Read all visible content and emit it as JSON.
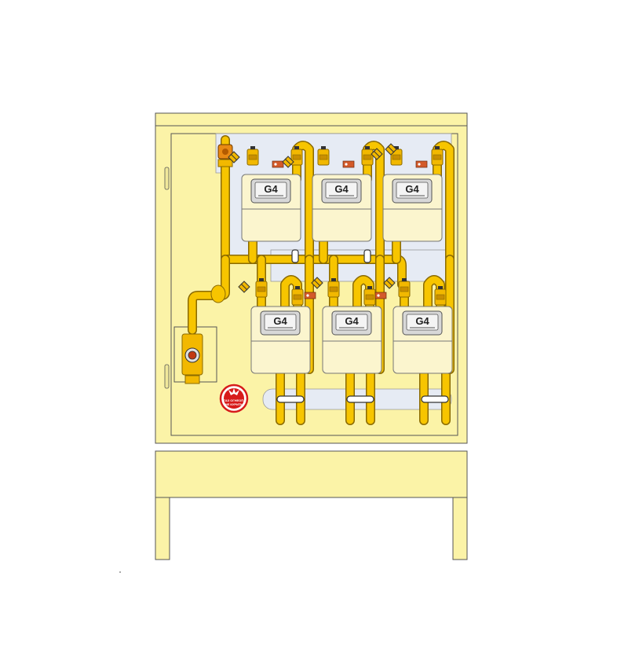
{
  "meters": [
    {
      "label": "G4"
    },
    {
      "label": "G4"
    },
    {
      "label": "G4"
    },
    {
      "label": "G4"
    },
    {
      "label": "G4"
    },
    {
      "label": "G4"
    }
  ],
  "sign": {
    "line1": "ГАЗ ОГНЕОП.",
    "line2": "НЕ КУРИТЬ"
  },
  "colors": {
    "cabinet": "#fbf3a7",
    "cabinet_stroke": "#555555",
    "pipe": "#f7c500",
    "pipe_stroke": "#8a6a00",
    "panel": "#e6ebf4",
    "meter_body": "#fbf5ce",
    "meter_face": "#d8d8d8",
    "sign_red": "#d71b1b"
  }
}
